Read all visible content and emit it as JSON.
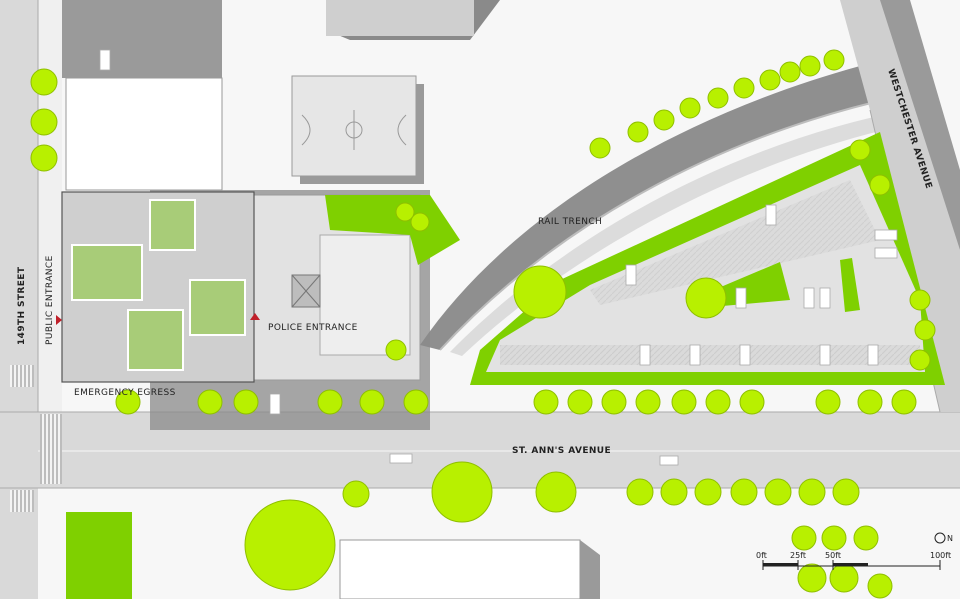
{
  "labels": {
    "street_149": "149TH STREET",
    "public_entrance": "PUBLIC ENTRANCE",
    "police_entrance": "POLICE ENTRANCE",
    "emergency_egress": "EMERGENCY EGRESS",
    "rail_trench": "RAIL TRENCH",
    "westchester": "WESTCHESTER AVENUE",
    "st_anns": "ST. ANN'S AVENUE"
  },
  "scale_bar": {
    "ticks": [
      "0ft",
      "25ft",
      "50ft",
      "100ft"
    ],
    "north": "N"
  },
  "colors": {
    "tree": "#b8f000",
    "lawn": "#7fd000",
    "roof_green": "#a8cc78",
    "paving": "#e2e2e2",
    "building_gray": "#c8c8c8",
    "shadow": "#8a8a8a",
    "entrance_marker": "#c0202a"
  }
}
